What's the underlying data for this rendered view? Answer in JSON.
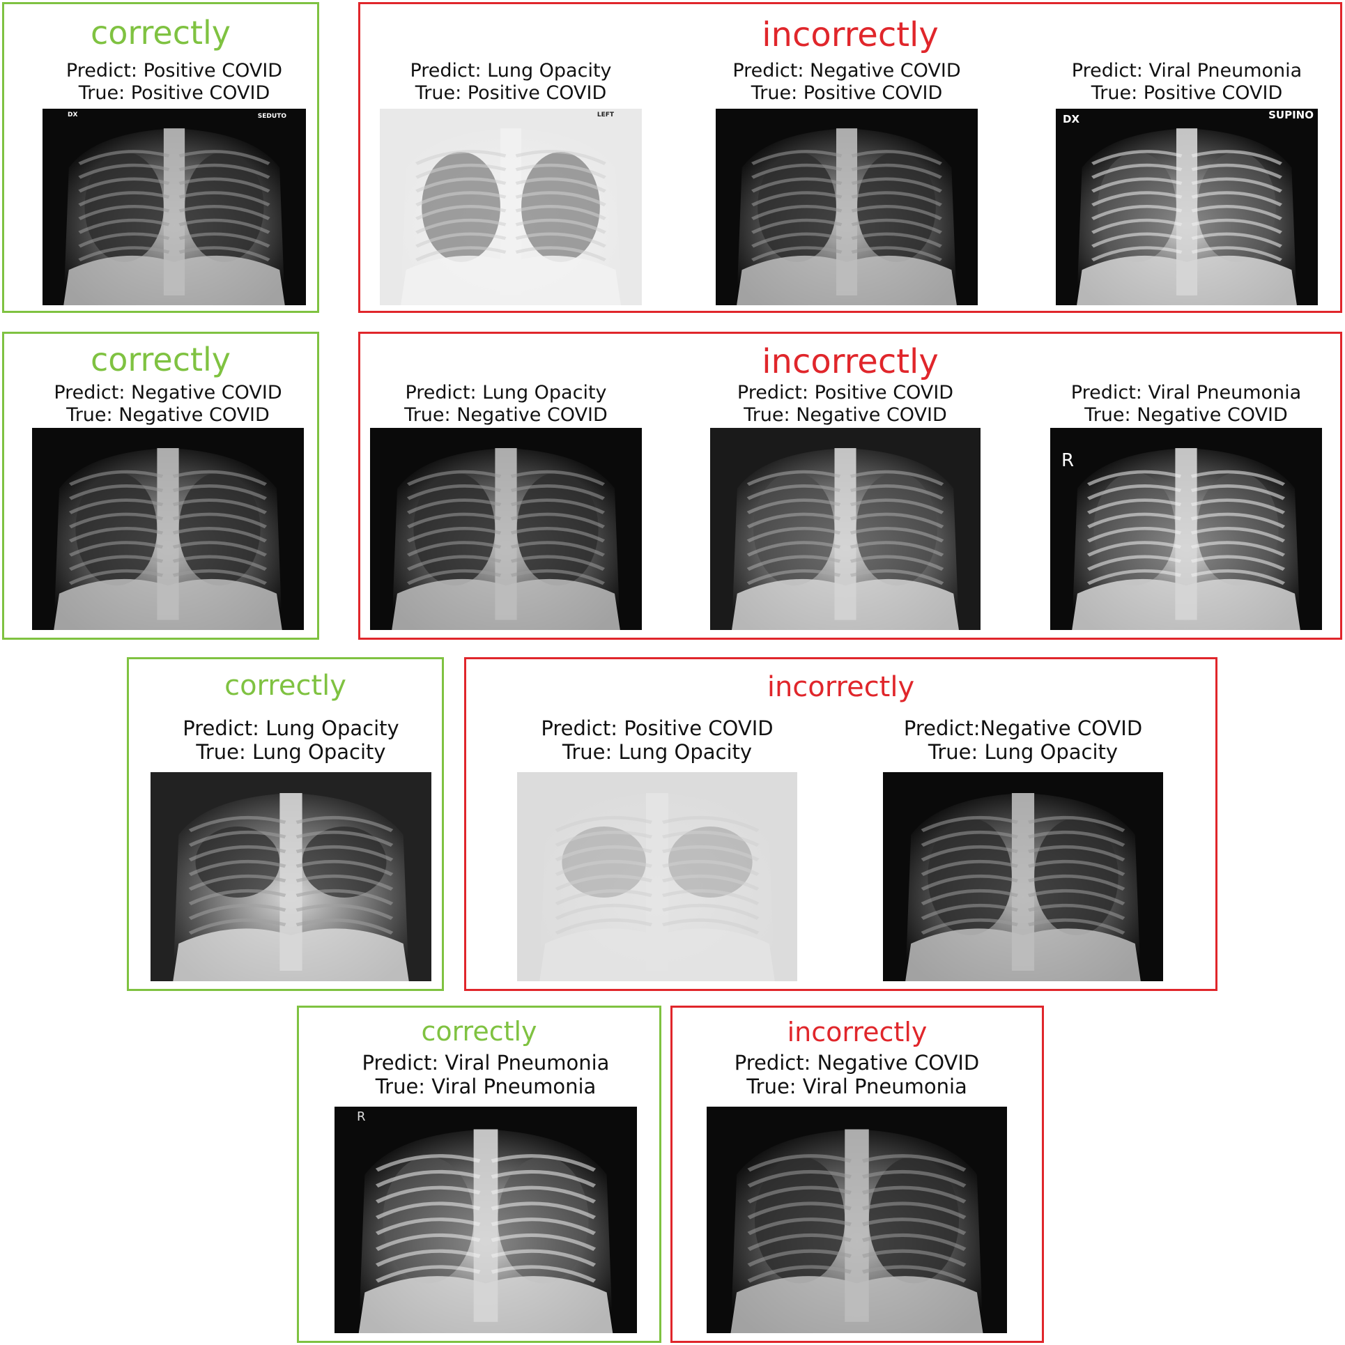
{
  "colors": {
    "correct": "#7fc241",
    "incorrect": "#e0262b"
  },
  "rows": [
    {
      "correct": {
        "title": "correctly",
        "panels": [
          {
            "predict": "Predict: Positive COVID",
            "true": "True: Positive COVID",
            "marks": [
              "DX",
              "SEDUTO"
            ]
          }
        ]
      },
      "incorrect": {
        "title": "incorrectly",
        "panels": [
          {
            "predict": "Predict: Lung Opacity",
            "true": "True: Positive COVID",
            "marks": [
              "LEFT"
            ]
          },
          {
            "predict": "Predict: Negative COVID",
            "true": "True: Positive COVID",
            "marks": []
          },
          {
            "predict": "Predict: Viral Pneumonia",
            "true": "True: Positive COVID",
            "marks": [
              "DX",
              "SUPINO"
            ]
          }
        ]
      }
    },
    {
      "correct": {
        "title": "correctly",
        "panels": [
          {
            "predict": "Predict: Negative COVID",
            "true": "True: Negative COVID",
            "marks": []
          }
        ]
      },
      "incorrect": {
        "title": "incorrectly",
        "panels": [
          {
            "predict": "Predict: Lung Opacity",
            "true": "True: Negative COVID",
            "marks": []
          },
          {
            "predict": "Predict: Positive COVID",
            "true": "True: Negative COVID",
            "marks": []
          },
          {
            "predict": "Predict: Viral Pneumonia",
            "true": "True: Negative COVID",
            "marks": [
              "R"
            ]
          }
        ]
      }
    },
    {
      "correct": {
        "title": "correctly",
        "panels": [
          {
            "predict": "Predict: Lung Opacity",
            "true": "True: Lung Opacity",
            "marks": []
          }
        ]
      },
      "incorrect": {
        "title": "incorrectly",
        "panels": [
          {
            "predict": "Predict: Positive COVID",
            "true": "True: Lung Opacity",
            "marks": []
          },
          {
            "predict": "Predict:Negative COVID",
            "true": "True: Lung Opacity",
            "marks": []
          }
        ]
      }
    },
    {
      "correct": {
        "title": "correctly",
        "panels": [
          {
            "predict": "Predict: Viral Pneumonia",
            "true": "True: Viral Pneumonia",
            "marks": [
              "R"
            ]
          }
        ]
      },
      "incorrect": {
        "title": "incorrectly",
        "panels": [
          {
            "predict": "Predict: Negative COVID",
            "true": "True: Viral Pneumonia",
            "marks": []
          }
        ]
      }
    }
  ]
}
